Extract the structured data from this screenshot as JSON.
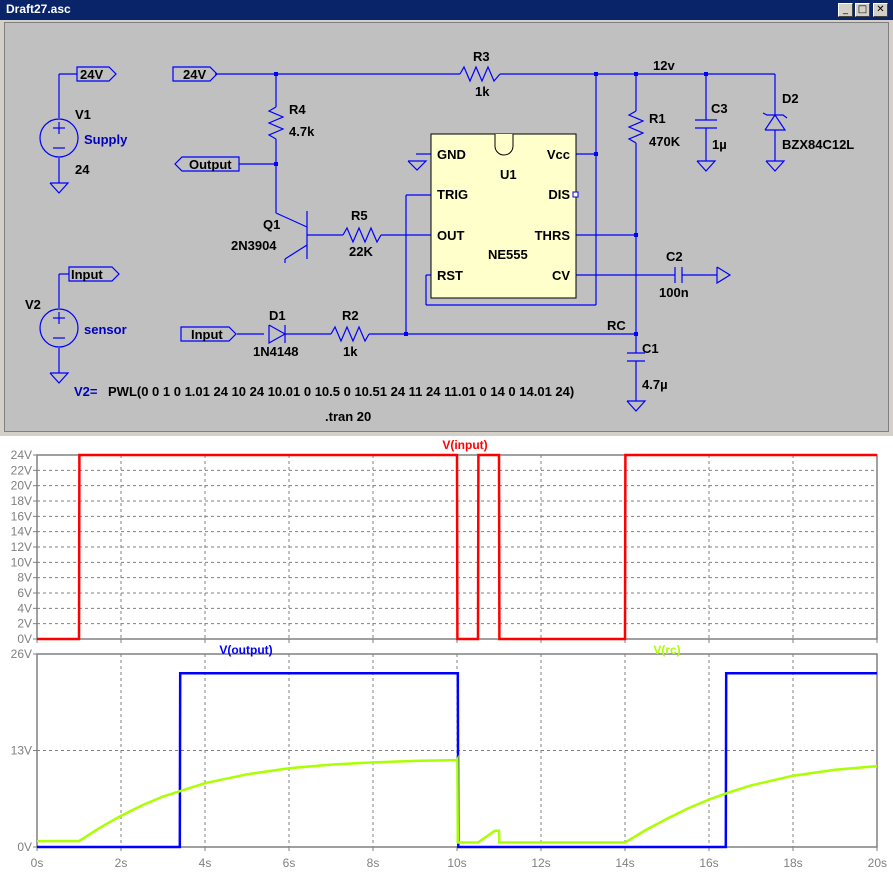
{
  "window": {
    "title": "Draft27.asc",
    "buttons": {
      "minimize": "_",
      "maximize": "□",
      "close": "✕"
    },
    "colors": {
      "titlebar": "#0a246a",
      "chrome": "#d4d0c8",
      "schematic_bg": "#c0c0c0"
    }
  },
  "schematic": {
    "colors": {
      "wire": "#0000ff",
      "chip": "#ffffcc",
      "text": "#000000",
      "value_text": "#0000c0"
    },
    "components": [
      {
        "ref": "V1",
        "value": "24",
        "label": "Supply"
      },
      {
        "ref": "V2",
        "label": "sensor"
      },
      {
        "ref": "R3",
        "value": "1k"
      },
      {
        "ref": "R4",
        "value": "4.7k"
      },
      {
        "ref": "R1",
        "value": "470K"
      },
      {
        "ref": "R5",
        "value": "22K"
      },
      {
        "ref": "R2",
        "value": "1k"
      },
      {
        "ref": "C3",
        "value": "1µ"
      },
      {
        "ref": "C2",
        "value": "100n"
      },
      {
        "ref": "C1",
        "value": "4.7µ"
      },
      {
        "ref": "D2",
        "value": "BZX84C12L"
      },
      {
        "ref": "D1",
        "value": "1N4148"
      },
      {
        "ref": "Q1",
        "value": "2N3904"
      },
      {
        "ref": "U1",
        "value": "NE555"
      }
    ],
    "ic_pins": [
      "GND",
      "TRIG",
      "OUT",
      "RST",
      "Vcc",
      "DIS",
      "THRS",
      "CV"
    ],
    "net_labels": {
      "supply_24v_a": "24V",
      "supply_24v_b": "24V",
      "output": "Output",
      "input_a": "Input",
      "input_b": "Input",
      "net_12v": "12v",
      "net_rc": "RC"
    },
    "v2_label": "V2=",
    "v2_value": "PWL(0 0 1 0 1.01 24 10 24 10.01 0 10.5 0 10.51 24 11 24 11.01 0 14 0 14.01 24)",
    "directive": ".tran 20"
  },
  "waveform": {
    "colors": {
      "input": "#ff0000",
      "output": "#0000ff",
      "rc": "#aaff00",
      "axis": "#808080",
      "grid": "#808080"
    },
    "x_ticks": [
      "0s",
      "2s",
      "4s",
      "6s",
      "8s",
      "10s",
      "12s",
      "14s",
      "16s",
      "18s",
      "20s"
    ],
    "top_y_ticks": [
      "0V",
      "2V",
      "4V",
      "6V",
      "8V",
      "10V",
      "12V",
      "14V",
      "16V",
      "18V",
      "20V",
      "22V",
      "24V"
    ],
    "bottom_y_ticks": [
      "0V",
      "13V",
      "26V"
    ],
    "trace_labels": {
      "input": "V(input)",
      "output": "V(output)",
      "rc": "V(rc)"
    }
  },
  "chart_data": [
    {
      "type": "line",
      "xlabel": "",
      "ylabel": "",
      "xlim": [
        0,
        20
      ],
      "ylim": [
        0,
        24
      ],
      "grid": true,
      "series": [
        {
          "name": "V(input)",
          "x": [
            0,
            1,
            1.01,
            10,
            10.01,
            10.5,
            10.51,
            11,
            11.01,
            14,
            14.01,
            20
          ],
          "y": [
            0,
            0,
            24,
            24,
            0,
            0,
            24,
            24,
            0,
            0,
            24,
            24
          ]
        }
      ]
    },
    {
      "type": "line",
      "xlabel": "",
      "ylabel": "",
      "xlim": [
        0,
        20
      ],
      "ylim": [
        0,
        26
      ],
      "grid": true,
      "series": [
        {
          "name": "V(output)",
          "x": [
            0,
            3.4,
            3.41,
            10.02,
            10.03,
            16.4,
            16.41,
            20
          ],
          "y": [
            0,
            0,
            23.4,
            23.4,
            0,
            0,
            23.4,
            23.4
          ]
        },
        {
          "name": "V(rc)",
          "x": [
            0,
            1,
            1.5,
            2,
            2.5,
            3,
            4,
            5,
            6,
            7,
            8,
            9,
            10,
            10.01,
            10.02,
            10.5,
            10.9,
            11,
            11.01,
            14,
            14.5,
            15,
            15.5,
            16,
            16.5,
            17,
            18,
            19,
            20
          ],
          "y": [
            0.8,
            0.8,
            2.6,
            4.2,
            5.6,
            6.8,
            8.6,
            9.8,
            10.6,
            11.1,
            11.4,
            11.6,
            11.7,
            11.8,
            0.6,
            0.6,
            2.2,
            2.2,
            0.6,
            0.6,
            2.3,
            3.8,
            5.2,
            6.4,
            7.4,
            8.3,
            9.6,
            10.4,
            10.9
          ]
        }
      ]
    }
  ]
}
